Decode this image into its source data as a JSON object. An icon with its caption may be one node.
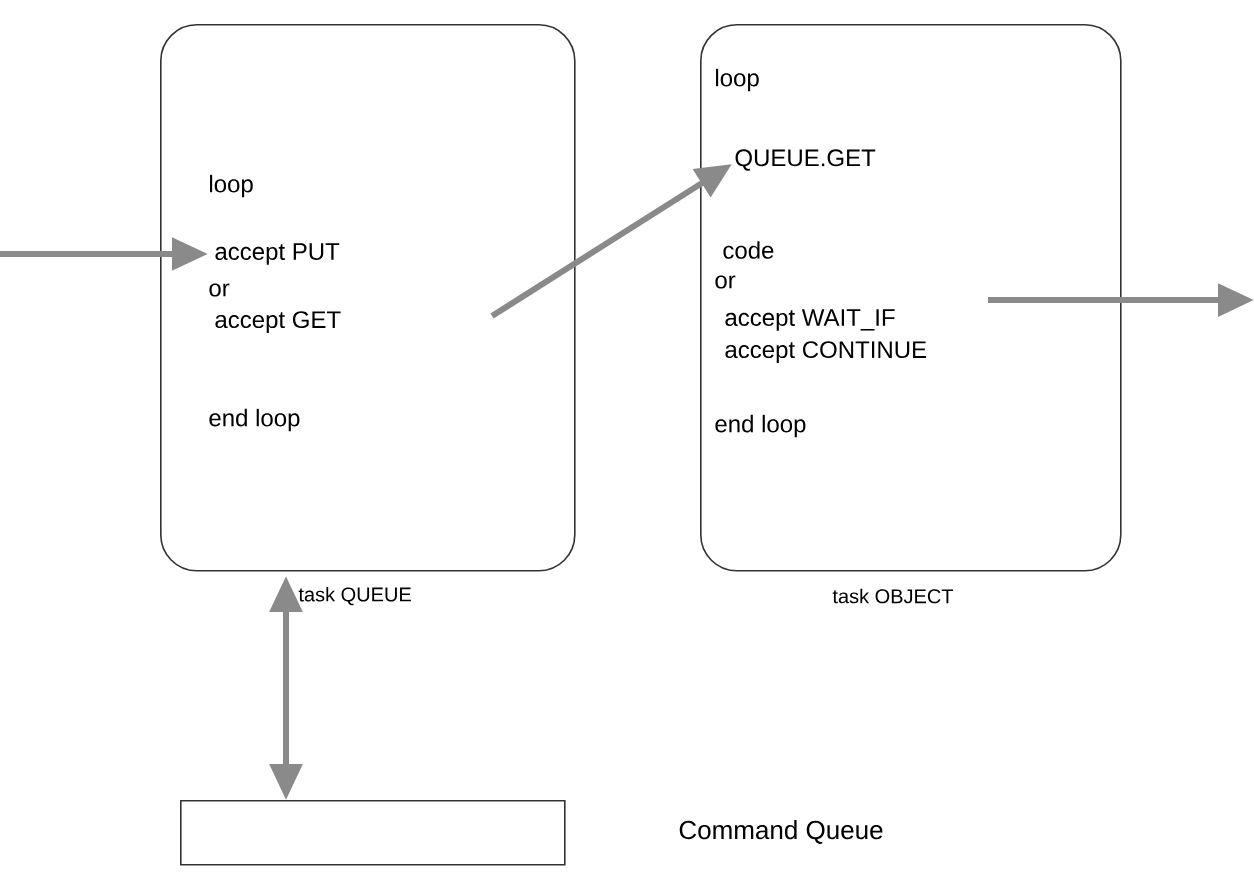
{
  "diagram": {
    "nodes": [
      {
        "text": [
          "loop",
          "accept PUT",
          "or",
          "accept GET",
          "end loop"
        ],
        "beside": [
          "task QUEUE"
        ]
      },
      {
        "text": [
          "loop",
          "QUEUE.GET",
          "code",
          "or",
          "accept WAIT_IF",
          "accept CONTINUE",
          "end loop"
        ],
        "beside": [
          "task OBJECT"
        ]
      },
      {
        "text": [],
        "shape": "box"
      }
    ],
    "labels": [
      "Command Queue"
    ],
    "edges": [
      {
        "from": null,
        "to": 0,
        "arrow": "to"
      },
      {
        "from": 0,
        "to": 1,
        "arrow": "to"
      },
      {
        "from": 1,
        "to": null,
        "arrow": "to"
      },
      {
        "from": 0,
        "to": 2,
        "arrow": "both"
      }
    ]
  }
}
